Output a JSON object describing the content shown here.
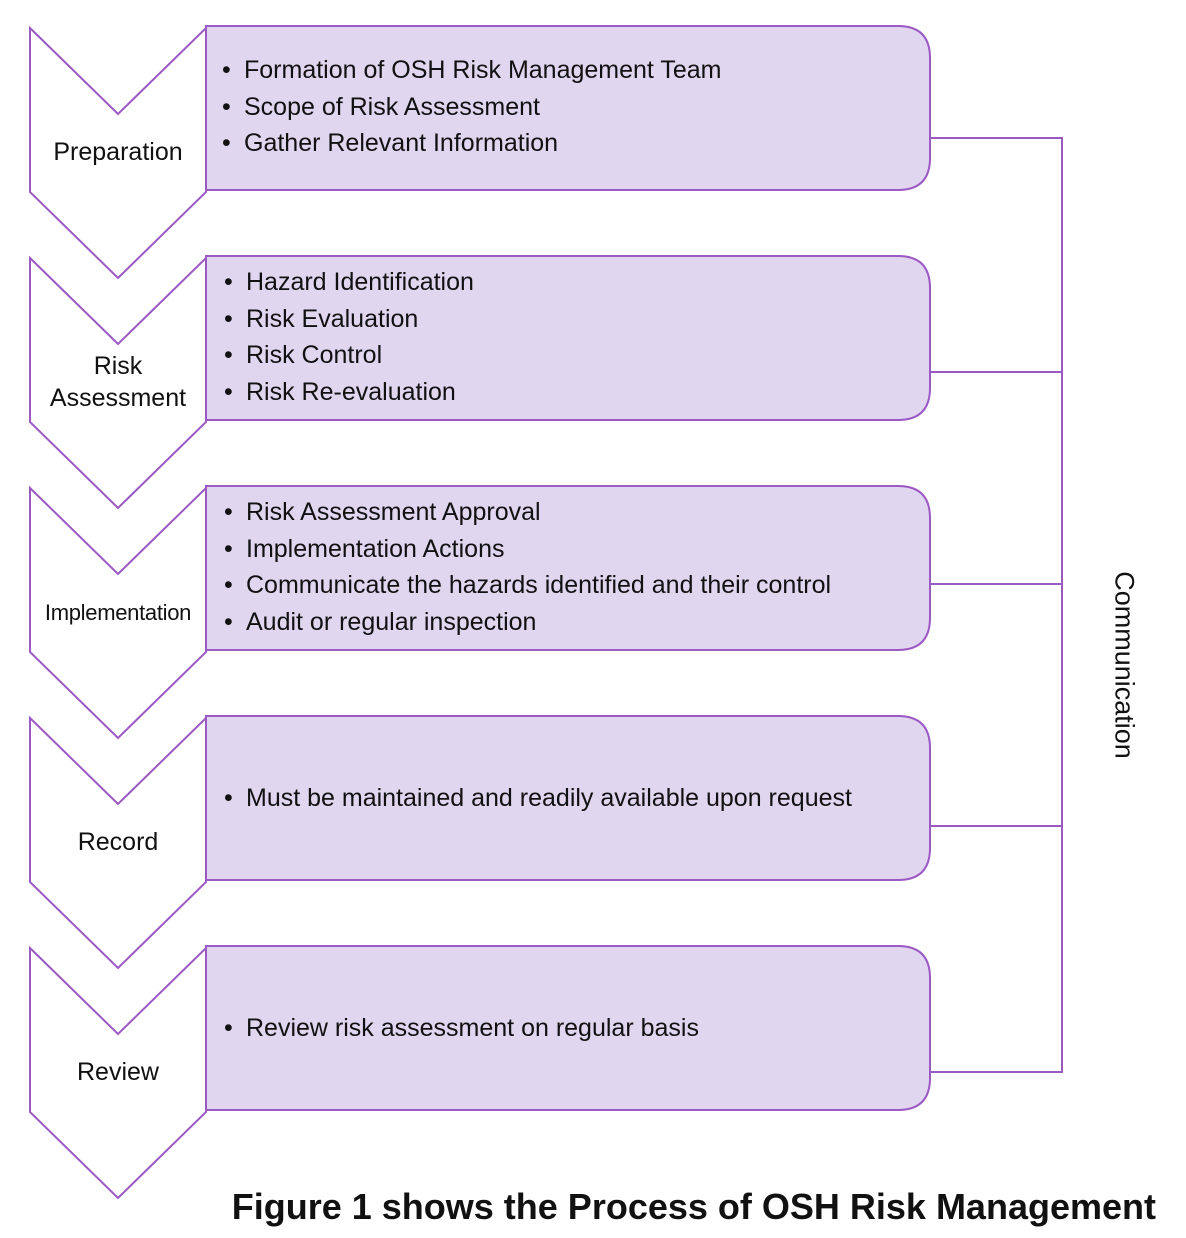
{
  "stages": [
    {
      "label": "Preparation",
      "items": [
        "Formation of OSH Risk Management Team",
        "Scope of Risk Assessment",
        "Gather Relevant Information"
      ]
    },
    {
      "label": "Risk Assessment",
      "items": [
        "Hazard Identification",
        "Risk Evaluation",
        "Risk Control",
        "Risk Re-evaluation"
      ]
    },
    {
      "label": "Implementation",
      "items": [
        "Risk Assessment Approval",
        "Implementation Actions",
        "Communicate the hazards identified and their control",
        "Audit or regular inspection"
      ]
    },
    {
      "label": "Record",
      "items": [
        "Must be maintained and readily available upon request"
      ]
    },
    {
      "label": "Review",
      "items": [
        "Review risk assessment on regular basis"
      ]
    }
  ],
  "communication_label": "Communication",
  "caption": "Figure 1 shows the Process of OSH Risk Management",
  "colors": {
    "stroke": "#9b59c4",
    "box_fill": "#e0d6f0",
    "text": "#111111"
  }
}
